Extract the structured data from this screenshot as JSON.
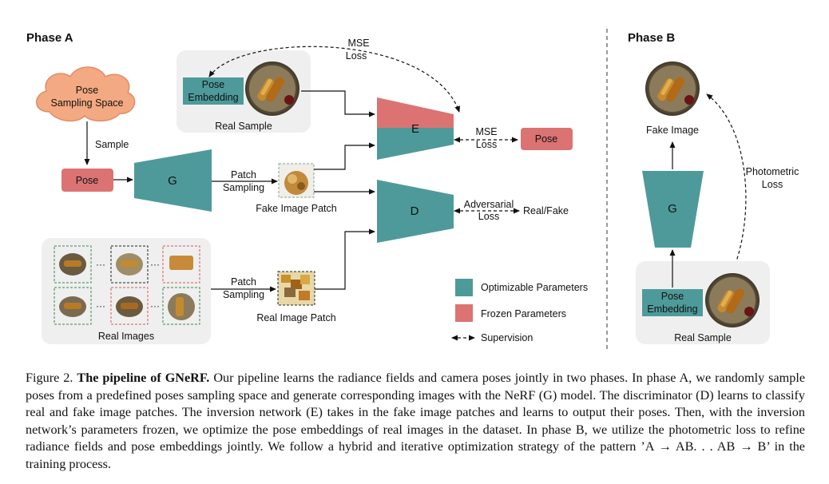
{
  "phase_a": {
    "title": "Phase A",
    "pose_sampling_space": [
      "Pose",
      "Sampling Space"
    ],
    "sample_label": "Sample",
    "pose_box": "Pose",
    "generator": "G",
    "patch_sampling_top": [
      "Patch",
      "Sampling"
    ],
    "fake_image_patch": "Fake Image Patch",
    "pose_embedding": [
      "Pose",
      "Embedding"
    ],
    "real_sample": "Real Sample",
    "mse_loss_top": [
      "MSE",
      "Loss"
    ],
    "encoder": "E",
    "mse_loss_side": [
      "MSE",
      "Loss"
    ],
    "pose_output": "Pose",
    "discriminator": "D",
    "adversarial_loss": [
      "Adversarial",
      "Loss"
    ],
    "real_fake": "Real/Fake",
    "ellipsis": "···",
    "real_images": "Real Images",
    "patch_sampling_bottom": [
      "Patch",
      "Sampling"
    ],
    "real_image_patch": "Real Image Patch"
  },
  "legend": {
    "optimizable": "Optimizable Parameters",
    "frozen": "Frozen Parameters",
    "supervision": "Supervision"
  },
  "phase_b": {
    "title": "Phase B",
    "fake_image": "Fake Image",
    "generator": "G",
    "photometric_loss": [
      "Photometric",
      "Loss"
    ],
    "pose_embedding": [
      "Pose",
      "Embedding"
    ],
    "real_sample": "Real Sample"
  },
  "colors": {
    "teal": "#4e9a9a",
    "salmon": "#db7373",
    "cloud": "#f3a982",
    "panel": "#efefef"
  },
  "caption": {
    "figure_label": "Figure 2.",
    "bold_title": "The pipeline of GNeRF.",
    "text": " Our pipeline learns the radiance fields and camera poses jointly in two phases. In phase A, we randomly sample poses from a predefined poses sampling space and generate corresponding images with the NeRF (G) model. The discriminator (D) learns to classify real and fake image patches. The inversion network (E) takes in the fake image patches and learns to output their poses. Then, with the inversion network’s parameters frozen, we optimize the pose embeddings of real images in the dataset. In phase B, we utilize the photometric loss to refine radiance fields and pose embeddings jointly. We follow a hybrid and iterative optimization strategy of the pattern ’A → AB. . . AB → B’ in the training process."
  }
}
